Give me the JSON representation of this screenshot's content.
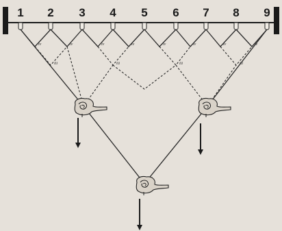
{
  "pins": [
    {
      "label": "1"
    },
    {
      "label": "2"
    },
    {
      "label": "3"
    },
    {
      "label": "4"
    },
    {
      "label": "5"
    },
    {
      "label": "6"
    },
    {
      "label": "7"
    },
    {
      "label": "8"
    },
    {
      "label": "9"
    }
  ],
  "level_marks": {
    "i": "i",
    "ii": "ii",
    "iii": "iii",
    "iv": "iv"
  },
  "icons": {
    "hand": "hand-holding-threads-icon",
    "pull": "pull-down-arrow-icon",
    "clamp": "wall-clamp-icon",
    "knot": "knot-icon"
  },
  "colors": {
    "background": "#e6e1da",
    "ink": "#2a2a2a"
  }
}
